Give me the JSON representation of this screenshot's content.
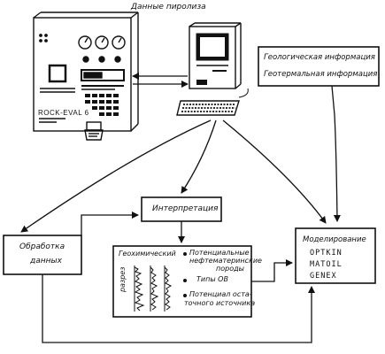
{
  "header": {
    "pyrolysis_data": "Данные   пиролиза"
  },
  "instrument": {
    "name": "ROCK-EVAL 6"
  },
  "info_box": {
    "line1": "Геологическая   информация",
    "line2": "Геотермальная  информация"
  },
  "interpretation": {
    "label": "Интерпретация"
  },
  "processing": {
    "line1": "Обработка",
    "line2": "данных"
  },
  "results": {
    "section_title_1": "Геохимический",
    "section_title_2": "разрез",
    "bullet1_l1": "Потенциальные",
    "bullet1_l2": "нефтематеринские",
    "bullet1_l3": "породы",
    "bullet2": "Типы ОВ",
    "bullet3_l1": "Потенциал оста-",
    "bullet3_l2": "точного источника"
  },
  "modeling": {
    "title": "Моделирование",
    "items": [
      "OPTKIN",
      "MATOIL",
      "GENEX"
    ]
  },
  "colors": {
    "ink": "#111111",
    "background": "#ffffff"
  }
}
